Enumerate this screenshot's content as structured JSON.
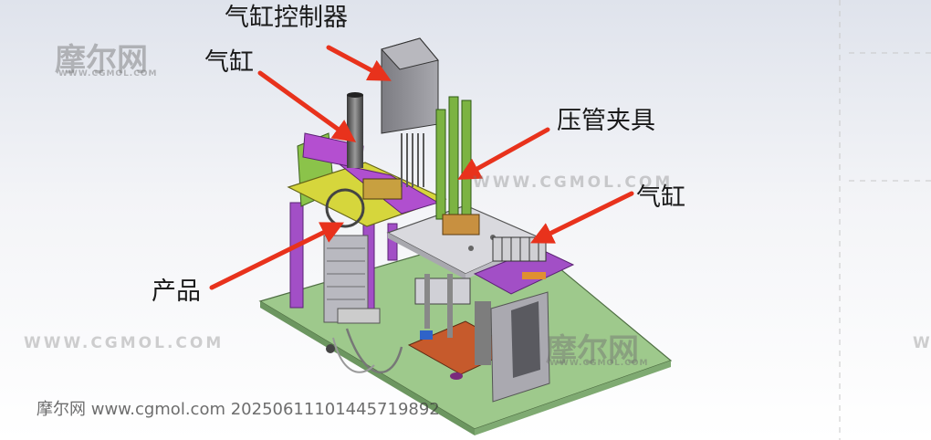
{
  "labels": {
    "cylinder_controller": "气缸控制器",
    "cylinder_top": "气缸",
    "clamp_fixture": "压管夹具",
    "cylinder_right": "气缸",
    "product": "产品"
  },
  "watermark": {
    "logo": "摩尔网",
    "site": "WWW.CGMOL.COM",
    "site_small": "WWW.CGMOL.COM",
    "footer": "摩尔网 www.cgmol.com 20250611101445719892"
  },
  "colors": {
    "arrow": "#e8321c",
    "base_plate": "#9ec98c",
    "platform_purple": "#a24fc6",
    "part_yellow": "#d6d63c",
    "plate_grey": "#d9d9de",
    "controller_grey": "#8e8e94"
  }
}
